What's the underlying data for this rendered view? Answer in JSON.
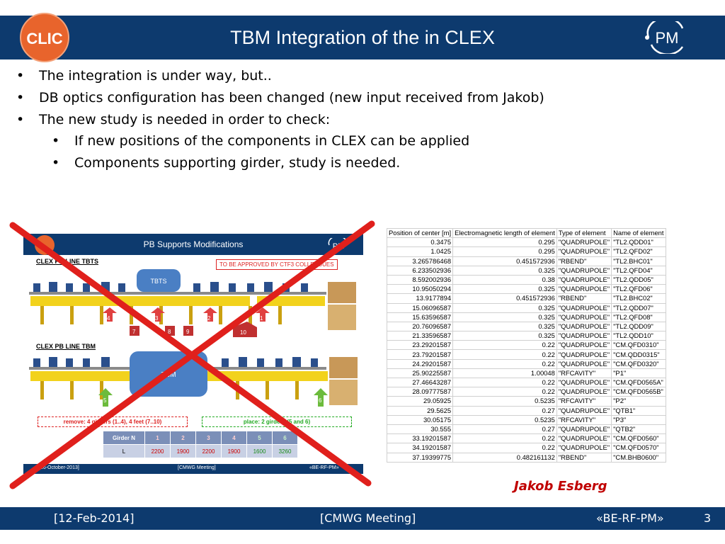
{
  "header": {
    "title": "TBM Integration of the in CLEX",
    "clic_logo_text": "CLIC",
    "pm_logo_text": "PM",
    "brand_color": "#0d3a6e"
  },
  "bullets": [
    "The integration is under way, but..",
    "DB optics configuration has been changed (new input received from Jakob)",
    "The new study is needed in order to check:"
  ],
  "sub_bullets": [
    "If new positions of the components in CLEX can be applied",
    "Components supporting girder, study is needed."
  ],
  "embedded_slide": {
    "title": "PB Supports Modifications",
    "label_tbts": "CLEX PB LINE TBTS",
    "label_tbm": "CLEX PB LINE TBM",
    "approval_note": "TO BE APPROVED BY CTF3 COLLEAGUES",
    "tbts_box": "TBTS",
    "tbm_box": "TBM",
    "remove_note": "remove: 4 girders (1..4), 4 feet (7..10)",
    "place_note": "place: 2 girders (5 and 6)",
    "markers": [
      "4",
      "3",
      "2",
      "1",
      "7",
      "8",
      "9",
      "10",
      "5",
      "6"
    ],
    "girder_table": {
      "header_label": "Girder N",
      "row_label": "L",
      "numbers": [
        "1",
        "2",
        "3",
        "4",
        "5",
        "6"
      ],
      "lengths": [
        "2200",
        "1900",
        "2200",
        "1900",
        "1600",
        "3260"
      ]
    },
    "footer_left": "[16-October-2013]",
    "footer_center": "[CMWG Meeting]",
    "footer_right": "«BE-RF-PM»",
    "crossed_out": true
  },
  "data_table": {
    "headers": [
      "Position of center [m]",
      "Electromagnetic length of element",
      "Type of element",
      "Name of element"
    ],
    "rows": [
      [
        "0.3475",
        "0.295",
        "\"QUADRUPOLE\"",
        "\"TL2.QDD01\""
      ],
      [
        "1.0425",
        "0.295",
        "\"QUADRUPOLE\"",
        "\"TL2.QFD02\""
      ],
      [
        "3.265786468",
        "0.451572936",
        "\"RBEND\"",
        "\"TL2.BHC01\""
      ],
      [
        "6.233502936",
        "0.325",
        "\"QUADRUPOLE\"",
        "\"TL2.QFD04\""
      ],
      [
        "8.592002936",
        "0.38",
        "\"QUADRUPOLE\"",
        "\"TL2.QDD05\""
      ],
      [
        "10.95050294",
        "0.325",
        "\"QUADRUPOLE\"",
        "\"TL2.QFD06\""
      ],
      [
        "13.9177894",
        "0.451572936",
        "\"RBEND\"",
        "\"TL2.BHC02\""
      ],
      [
        "15.06096587",
        "0.325",
        "\"QUADRUPOLE\"",
        "\"TL2.QDD07\""
      ],
      [
        "15.63596587",
        "0.325",
        "\"QUADRUPOLE\"",
        "\"TL2.QFD08\""
      ],
      [
        "20.76096587",
        "0.325",
        "\"QUADRUPOLE\"",
        "\"TL2.QDD09\""
      ],
      [
        "21.33596587",
        "0.325",
        "\"QUADRUPOLE\"",
        "\"TL2.QDD10\""
      ],
      [
        "23.29201587",
        "0.22",
        "\"QUADRUPOLE\"",
        "\"CM.QFD0310\""
      ],
      [
        "23.79201587",
        "0.22",
        "\"QUADRUPOLE\"",
        "\"CM.QDD0315\""
      ],
      [
        "24.29201587",
        "0.22",
        "\"QUADRUPOLE\"",
        "\"CM.QFD0320\""
      ],
      [
        "25.90225587",
        "1.00048",
        "\"RFCAVITY\"",
        "\"P1\""
      ],
      [
        "27.46643287",
        "0.22",
        "\"QUADRUPOLE\"",
        "\"CM.QFD0565A\""
      ],
      [
        "28.09777587",
        "0.22",
        "\"QUADRUPOLE\"",
        "\"CM.QFD0565B\""
      ],
      [
        "29.05925",
        "0.5235",
        "\"RFCAVITY\"",
        "\"P2\""
      ],
      [
        "29.5625",
        "0.27",
        "\"QUADRUPOLE\"",
        "\"QTB1\""
      ],
      [
        "30.05175",
        "0.5235",
        "\"RFCAVITY\"",
        "\"P3\""
      ],
      [
        "30.555",
        "0.27",
        "\"QUADRUPOLE\"",
        "\"QTB2\""
      ],
      [
        "33.19201587",
        "0.22",
        "\"QUADRUPOLE\"",
        "\"CM.QFD0560\""
      ],
      [
        "34.19201587",
        "0.22",
        "\"QUADRUPOLE\"",
        "\"CM.QFD0570\""
      ],
      [
        "37.19399775",
        "0.482161132",
        "\"RBEND\"",
        "\"CM.BHB0600\""
      ]
    ]
  },
  "author": "Jakob Esberg",
  "footer": {
    "date": "[12-Feb-2014]",
    "meeting": "[CMWG Meeting]",
    "group": "«BE-RF-PM»",
    "page": "3"
  },
  "colors": {
    "cross": "#e0201c",
    "author": "#c00000",
    "footer_bg": "#0d3a6e"
  }
}
